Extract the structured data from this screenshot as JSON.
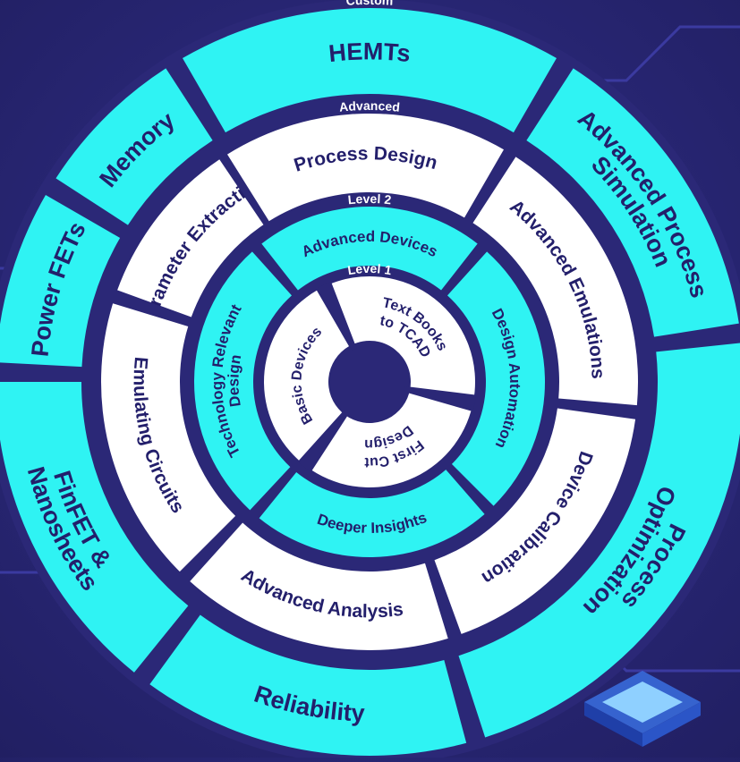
{
  "colors": {
    "background": "#2a2879",
    "cyan": "#2ff3f3",
    "white": "#ffffff",
    "text": "#231f6b",
    "ring_label": "#ffffff"
  },
  "rings": [
    {
      "label": "Custom",
      "segments": [
        "HEMTs",
        "Advanced Process Simulation",
        "Process Optimization",
        "Reliability",
        "FinFET & Nanosheets",
        "Power FETs",
        "Memory"
      ]
    },
    {
      "label": "Advanced",
      "segments": [
        "Process Design",
        "Advanced Emulations",
        "Device Calibration",
        "Advanced Analysis",
        "Emulating Circuits",
        "Parameter Extraction"
      ]
    },
    {
      "label": "Level 2",
      "segments": [
        "Advanced Devices",
        "Design Automation",
        "Deeper Insights",
        "Technology Relevant Design"
      ]
    },
    {
      "label": "Level 1",
      "segments": [
        "Text Books to TCAD",
        "First Cut Design",
        "Basic Devices"
      ]
    }
  ]
}
